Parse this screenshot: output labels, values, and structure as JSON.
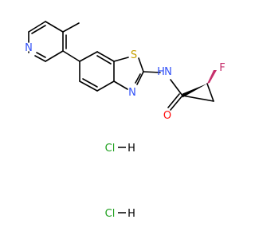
{
  "structure": {
    "atoms": {
      "n_pyridine": "N",
      "s_thiazole": "S",
      "n_thiazole": "N",
      "n_amide": "N",
      "h_amide": "H",
      "o_carbonyl": "O",
      "f": "F"
    },
    "salts": [
      {
        "cl": "Cl",
        "h": "H"
      },
      {
        "cl": "Cl",
        "h": "H"
      }
    ]
  },
  "colors": {
    "bond": "#000000",
    "nitrogen": "#3050F8",
    "sulfur": "#C6A000",
    "oxygen": "#FF0D0D",
    "fluorine": "#C6306C",
    "chlorine": "#1FA01F"
  }
}
